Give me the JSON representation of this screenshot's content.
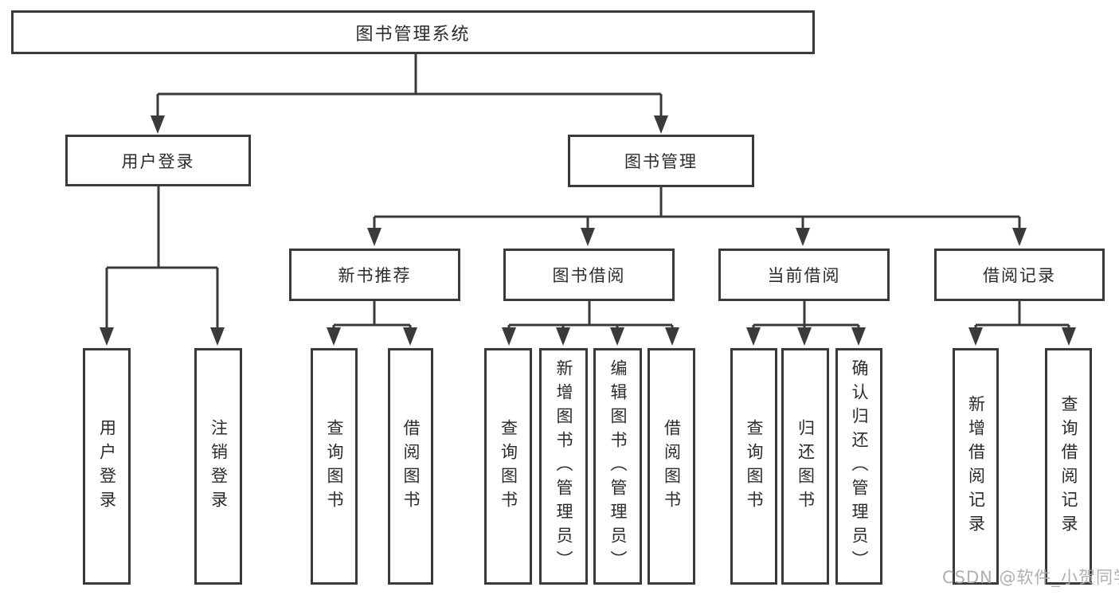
{
  "diagram_type": "hierarchy-tree",
  "colors": {
    "line": "#3a3a3c",
    "box_border": "#3a3a3c",
    "box_background": "#ffffff",
    "text": "#2b2b2b",
    "watermark": "#ababb0"
  },
  "tree": {
    "root": {
      "label": "图书管理系统"
    },
    "branches": [
      {
        "label": "用户登录",
        "children": [
          {
            "label": "用户登录"
          },
          {
            "label": "注销登录"
          }
        ]
      },
      {
        "label": "图书管理",
        "children": [
          {
            "label": "新书推荐",
            "children": [
              {
                "label": "查询图书"
              },
              {
                "label": "借阅图书"
              }
            ]
          },
          {
            "label": "图书借阅",
            "children": [
              {
                "label": "查询图书"
              },
              {
                "label": "新增图书（管理员）"
              },
              {
                "label": "编辑图书（管理员）"
              },
              {
                "label": "借阅图书"
              }
            ]
          },
          {
            "label": "当前借阅",
            "children": [
              {
                "label": "查询图书"
              },
              {
                "label": "归还图书"
              },
              {
                "label": "确认归还（管理员）"
              }
            ]
          },
          {
            "label": "借阅记录",
            "children": [
              {
                "label": "新增借阅记录"
              },
              {
                "label": "查询借阅记录"
              }
            ]
          }
        ]
      }
    ]
  },
  "watermark": {
    "text": "CSDN @软件_小贺同学"
  }
}
